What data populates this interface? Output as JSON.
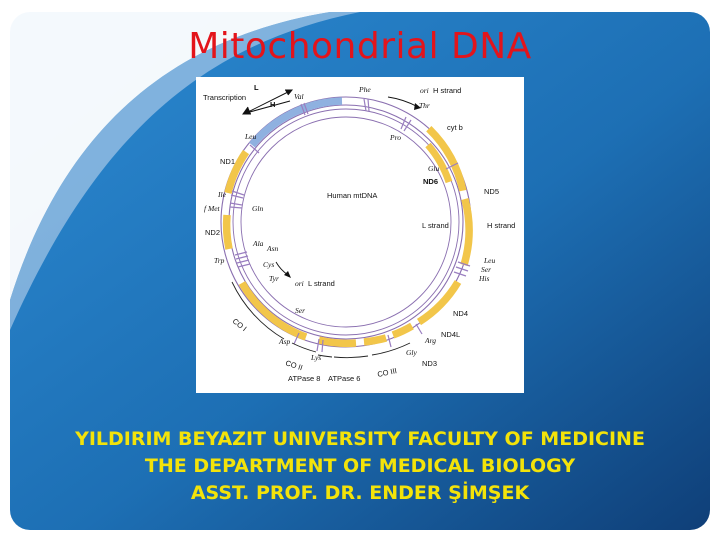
{
  "slide": {
    "title": "Mitochondrial DNA",
    "footer_line1": "YILDIRIM BEYAZIT UNIVERSITY FACULTY OF MEDICINE",
    "footer_line2": "THE DEPARTMENT OF MEDICAL BIOLOGY",
    "footer_line3": "ASST. PROF. DR. ENDER ŞİMŞEK",
    "colors": {
      "title": "#e3141b",
      "footer": "#f3e30a",
      "background": "#1a6fb3",
      "gene": "#f2c64a",
      "transcription": "#8fb1e0"
    }
  },
  "diagram": {
    "center_label": "Human mtDNA",
    "transcription_label": "Transcription",
    "strand_L": "L",
    "strand_H": "H",
    "ori_h_prefix": "ori",
    "ori_h_label": "H strand",
    "ori_l_prefix": "ori",
    "ori_l_label": "L strand",
    "l_strand": "L strand",
    "h_strand": "H strand",
    "genes": {
      "cyt_b": "cyt b",
      "nd6": "ND6",
      "nd5": "ND5",
      "nd4": "ND4",
      "nd4l": "ND4L",
      "nd3": "ND3",
      "co3": "CO III",
      "atp6": "ATPase 6",
      "atp8": "ATPase 8",
      "co2": "CO II",
      "co1": "CO I",
      "nd2": "ND2",
      "nd1": "ND1"
    },
    "trnas": {
      "val": "Val",
      "phe": "Phe",
      "thr": "Thr",
      "pro": "Pro",
      "glu": "Glu",
      "leu_top": "Leu",
      "ile": "Ile",
      "fmet": "f Met",
      "gln": "Gln",
      "ala": "Ala",
      "asn": "Asn",
      "cys": "Cys",
      "tyr": "Tyr",
      "trp": "Trp",
      "leu_right": "Leu",
      "ser_right": "Ser",
      "his": "His",
      "arg": "Arg",
      "gly": "Gly",
      "lys": "Lys",
      "asp": "Asp",
      "ser_bottom": "Ser"
    }
  }
}
